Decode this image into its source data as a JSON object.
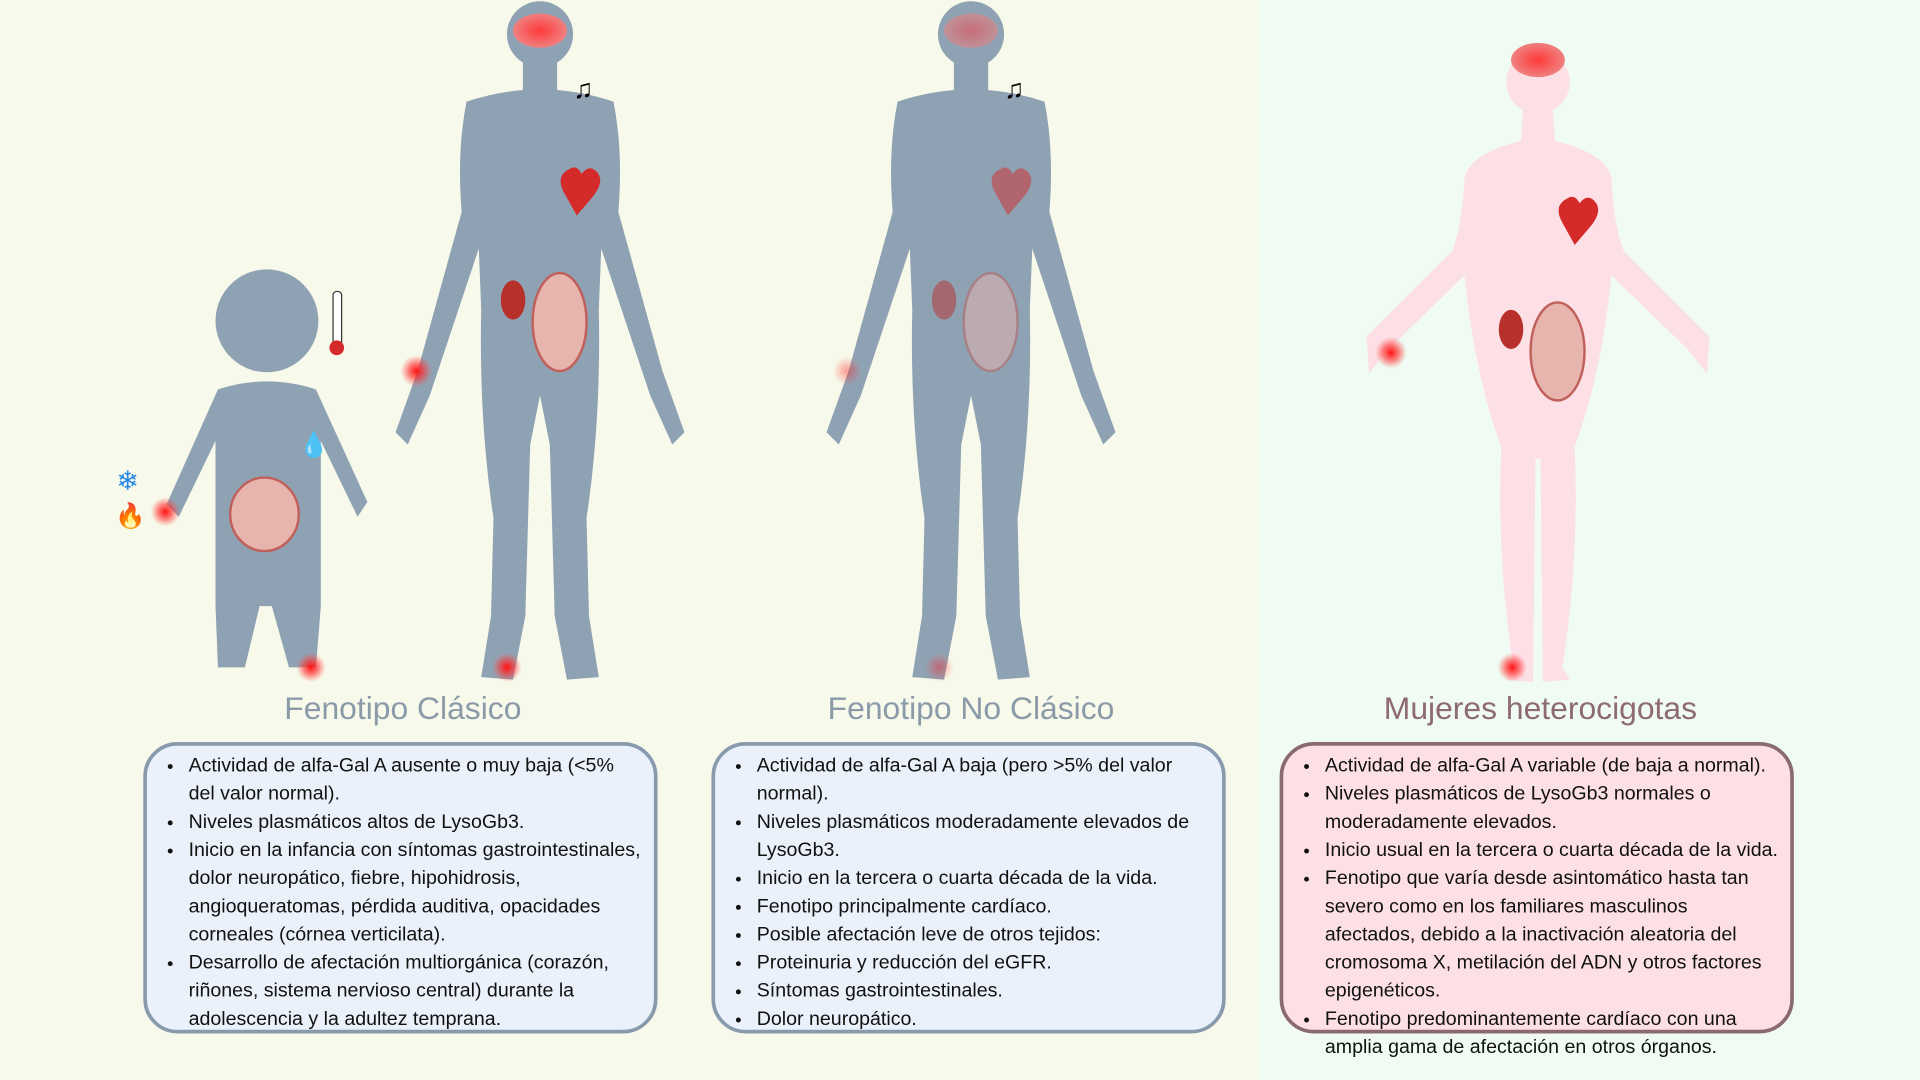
{
  "colors": {
    "bg_left": "#f7f9ea",
    "bg_right": "#f0fcf3",
    "silhouette_male": "#8fa2b3",
    "silhouette_female": "#fde0e6",
    "pain_spot": "#ff2020"
  },
  "icons": [
    "brain-icon",
    "music-note-icon",
    "heart-icon",
    "kidney-icon",
    "intestine-icon",
    "thermometer-icon",
    "water-drop-icon",
    "snowflake-icon",
    "fire-icon"
  ],
  "glyphs": {
    "music": "♫",
    "snow": "❄",
    "fire": "🔥",
    "drop": "💧"
  },
  "panels": [
    {
      "title": "Fenotipo Clásico",
      "items": [
        "Actividad de alfa-Gal A ausente o muy baja (<5% del valor normal).",
        "Niveles plasmáticos altos de LysoGb3.",
        "Inicio en la infancia con síntomas gastrointestinales, dolor neuropático, fiebre, hipohidrosis, angioqueratomas, pérdida auditiva, opacidades corneales (córnea verticilata).",
        "Desarrollo de afectación multiorgánica (corazón, riñones, sistema nervioso central) durante la adolescencia y la adultez temprana."
      ]
    },
    {
      "title": "Fenotipo No Clásico",
      "items": [
        "Actividad de alfa-Gal A baja (pero >5% del valor normal).",
        "Niveles plasmáticos moderadamente elevados de LysoGb3.",
        "Inicio en la tercera o cuarta década de la vida.",
        "Fenotipo principalmente cardíaco.",
        "Posible afectación leve de otros tejidos:",
        "Proteinuria y reducción del eGFR.",
        "Síntomas gastrointestinales.",
        "Dolor neuropático."
      ]
    },
    {
      "title": "Mujeres heterocigotas",
      "items": [
        "Actividad de alfa-Gal A variable (de baja a normal).",
        "Niveles plasmáticos de LysoGb3 normales o moderadamente elevados.",
        "Inicio usual en la tercera o cuarta década de la vida.",
        "Fenotipo que varía desde asintomático hasta tan severo como en los familiares masculinos afectados, debido a la inactivación aleatoria del cromosoma X, metilación del ADN y otros factores epigenéticos.",
        "Fenotipo predominantemente cardíaco con una amplia gama de afectación en otros órganos."
      ]
    }
  ]
}
